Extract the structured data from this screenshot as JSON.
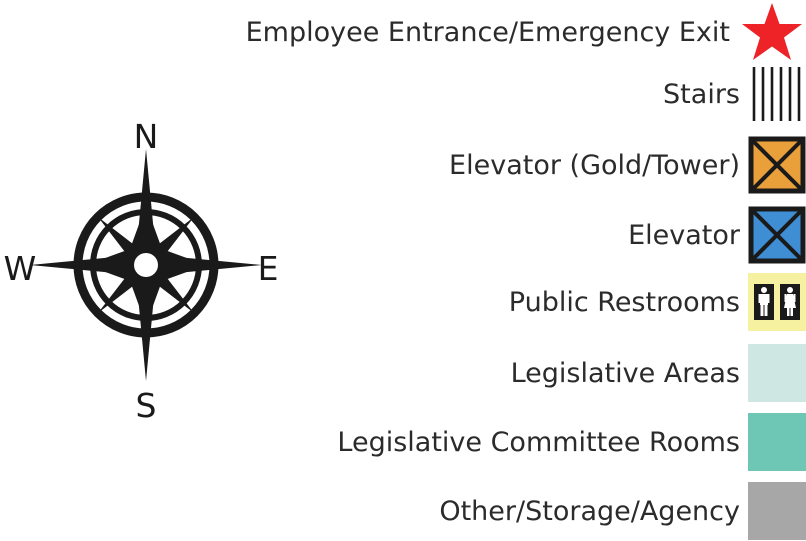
{
  "compass": {
    "north": "N",
    "south": "S",
    "east": "E",
    "west": "W"
  },
  "legend": [
    {
      "id": "exit",
      "label": "Employee Entrance/Emergency Exit",
      "icon": "star-icon",
      "color": "#ee2327"
    },
    {
      "id": "stairs",
      "label": "Stairs",
      "icon": "stairs-icon",
      "color": "#1a1a1a"
    },
    {
      "id": "elevator-gold",
      "label": "Elevator (Gold/Tower)",
      "icon": "elevator-icon",
      "color": "#e9a03b"
    },
    {
      "id": "elevator",
      "label": "Elevator",
      "icon": "elevator-icon",
      "color": "#3f8ed3"
    },
    {
      "id": "restrooms",
      "label": "Public Restrooms",
      "icon": "restroom-icon",
      "color": "#f6f1a0"
    },
    {
      "id": "legislative-areas",
      "label": "Legislative Areas",
      "icon": "area-swatch",
      "color": "#cfe7e3"
    },
    {
      "id": "committee-rooms",
      "label": "Legislative Committee Rooms",
      "icon": "area-swatch",
      "color": "#6ec6b5"
    },
    {
      "id": "other",
      "label": "Other/Storage/Agency",
      "icon": "area-swatch",
      "color": "#a7a7a7"
    }
  ]
}
